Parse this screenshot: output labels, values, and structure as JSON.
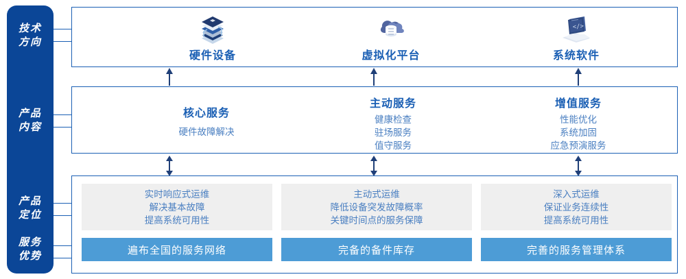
{
  "rail": {
    "labels": [
      {
        "line1": "技术",
        "line2": "方向",
        "name": "tech-direction"
      },
      {
        "line1": "产品",
        "line2": "内容",
        "name": "product-content"
      },
      {
        "line1": "产品",
        "line2": "定位",
        "name": "product-positioning"
      },
      {
        "line1": "服务",
        "line2": "优势",
        "name": "service-advantage"
      }
    ],
    "background": "#0b4697",
    "text_color": "#ffffff"
  },
  "tech_direction": {
    "items": [
      {
        "label": "硬件设备",
        "icon": "server-stack-icon"
      },
      {
        "label": "虚拟化平台",
        "icon": "cloud-database-icon"
      },
      {
        "label": "系统软件",
        "icon": "laptop-code-icon"
      }
    ]
  },
  "product_content": {
    "columns": [
      {
        "title": "核心服务",
        "items": [
          "硬件故障解决"
        ]
      },
      {
        "title": "主动服务",
        "items": [
          "健康检查",
          "驻场服务",
          "值守服务"
        ]
      },
      {
        "title": "增值服务",
        "items": [
          "性能优化",
          "系统加固",
          "应急预演服务"
        ]
      }
    ]
  },
  "product_positioning": {
    "columns": [
      {
        "items": [
          "实时响应式运维",
          "解决基本故障",
          "提高系统可用性"
        ]
      },
      {
        "items": [
          "主动式运维",
          "降低设备突发故障概率",
          "关键时间点的服务保障"
        ]
      },
      {
        "items": [
          "深入式运维",
          "保证业务连续性",
          "提高系统可用性"
        ]
      }
    ]
  },
  "service_advantage": {
    "bars": [
      {
        "label": "遍布全国的服务网络"
      },
      {
        "label": "完备的备件库存"
      },
      {
        "label": "完善的服务管理体系"
      }
    ]
  },
  "colors": {
    "rail_blue": "#0b4697",
    "border_blue": "#1a5fb4",
    "title_blue": "#1a5fb4",
    "body_blue": "#4a7fc1",
    "bar_blue": "#4d9cd6",
    "gray_panel": "#efefef"
  }
}
